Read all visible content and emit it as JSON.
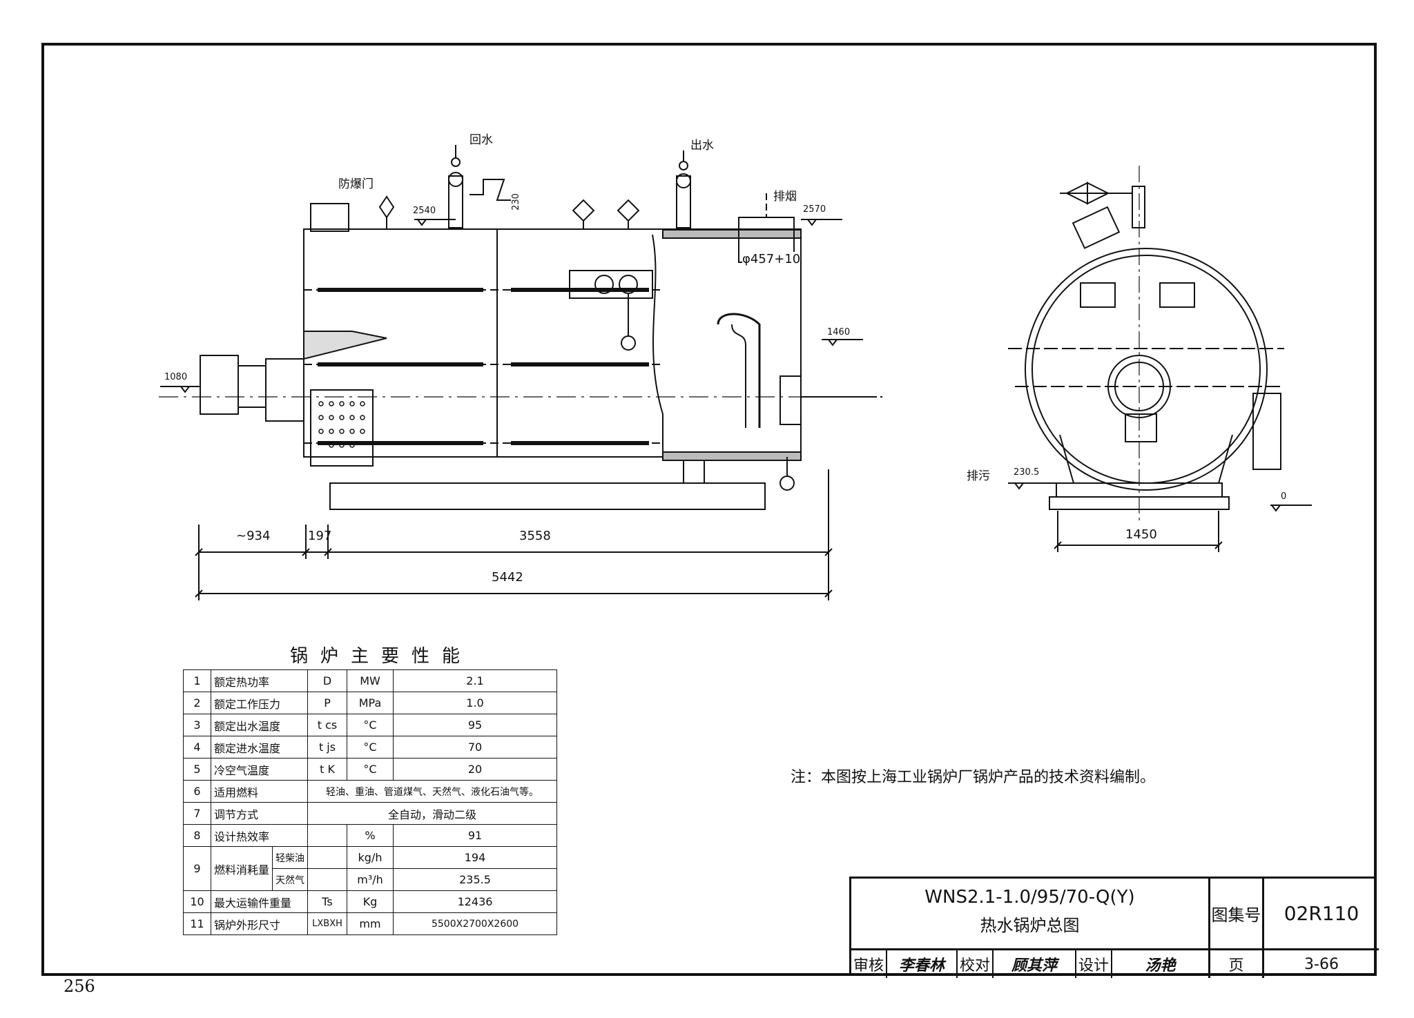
{
  "labels": {
    "return_water": "回水",
    "outlet_water": "出水",
    "explosion_door": "防爆门",
    "exhaust": "排烟",
    "blowdown": "排污"
  },
  "dimensions": {
    "elev_2540": "2540",
    "elev_230": "230",
    "elev_2570": "2570",
    "flue_dia": "φ457+10",
    "elev_1460": "1460",
    "elev_1080": "1080",
    "elev_230_5": "230.5",
    "elev_0": "0",
    "d_934": "~934",
    "d_197": "197",
    "d_3558": "3558",
    "d_5442": "5442",
    "d_1450": "1450"
  },
  "performance": {
    "title": "锅炉主要性能",
    "rows": [
      {
        "no": "1",
        "name": "额定热功率",
        "sym": "D",
        "unit": "MW",
        "value": "2.1"
      },
      {
        "no": "2",
        "name": "额定工作压力",
        "sym": "P",
        "unit": "MPa",
        "value": "1.0"
      },
      {
        "no": "3",
        "name": "额定出水温度",
        "sym": "t cs",
        "unit": "°C",
        "value": "95"
      },
      {
        "no": "4",
        "name": "额定进水温度",
        "sym": "t js",
        "unit": "°C",
        "value": "70"
      },
      {
        "no": "5",
        "name": "冷空气温度",
        "sym": "t K",
        "unit": "°C",
        "value": "20"
      },
      {
        "no": "6",
        "name": "适用燃料",
        "value": "轻油、重油、管道煤气、天然气、液化石油气等。"
      },
      {
        "no": "7",
        "name": "调节方式",
        "value": "全自动，滑动二级"
      },
      {
        "no": "8",
        "name": "设计热效率",
        "sym": "",
        "unit": "%",
        "value": "91"
      },
      {
        "no": "9",
        "name": "燃料消耗量",
        "sub1": "轻柴油",
        "unit1": "kg/h",
        "value1": "194",
        "sub2": "天然气",
        "unit2": "m³/h",
        "value2": "235.5"
      },
      {
        "no": "10",
        "name": "最大运输件重量",
        "sym": "Ts",
        "unit": "Kg",
        "value": "12436"
      },
      {
        "no": "11",
        "name": "锅炉外形尺寸",
        "sym": "LXBXH",
        "unit": "mm",
        "value": "5500X2700X2600"
      }
    ]
  },
  "note": "注：本图按上海工业锅炉厂锅炉产品的技术资料编制。",
  "title_block": {
    "model": "WNS2.1-1.0/95/70-Q(Y)",
    "name": "热水锅炉总图",
    "set_label": "图集号",
    "set_no": "02R110",
    "review_label": "审核",
    "review_sign": "李春林",
    "check_label": "校对",
    "check_sign": "顾其萍",
    "design_label": "设计",
    "design_sign": "汤艳",
    "page_label": "页",
    "page_value": "3-66"
  },
  "page_number": "256"
}
